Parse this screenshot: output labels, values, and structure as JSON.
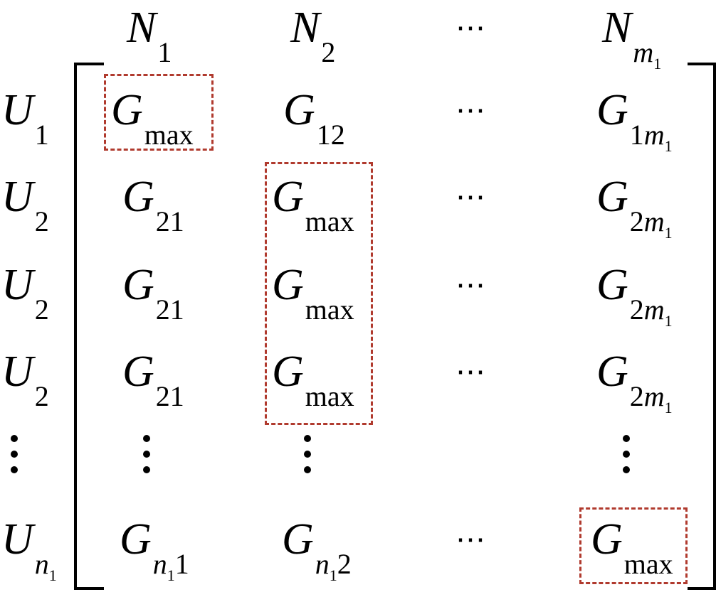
{
  "columns": [
    {
      "base": "N",
      "sub": "1"
    },
    {
      "base": "N",
      "sub": "2"
    },
    {
      "ellipsis": "⋯"
    },
    {
      "base": "N",
      "sub_var": "m",
      "sub_var_sub": "1"
    }
  ],
  "rows": [
    {
      "label": {
        "base": "U",
        "sub": "1"
      },
      "cells": [
        {
          "base": "G",
          "sub": "max"
        },
        {
          "base": "G",
          "sub": "12"
        },
        {
          "ellipsis": "⋯"
        },
        {
          "base": "G",
          "sub_lead": "1",
          "sub_var": "m",
          "sub_var_sub": "1"
        }
      ]
    },
    {
      "label": {
        "base": "U",
        "sub": "2"
      },
      "cells": [
        {
          "base": "G",
          "sub": "21"
        },
        {
          "base": "G",
          "sub": "max"
        },
        {
          "ellipsis": "⋯"
        },
        {
          "base": "G",
          "sub_lead": "2",
          "sub_var": "m",
          "sub_var_sub": "1"
        }
      ]
    },
    {
      "label": {
        "base": "U",
        "sub": "2"
      },
      "cells": [
        {
          "base": "G",
          "sub": "21"
        },
        {
          "base": "G",
          "sub": "max"
        },
        {
          "ellipsis": "⋯"
        },
        {
          "base": "G",
          "sub_lead": "2",
          "sub_var": "m",
          "sub_var_sub": "1"
        }
      ]
    },
    {
      "label": {
        "base": "U",
        "sub": "2"
      },
      "cells": [
        {
          "base": "G",
          "sub": "21"
        },
        {
          "base": "G",
          "sub": "max"
        },
        {
          "ellipsis": "⋯"
        },
        {
          "base": "G",
          "sub_lead": "2",
          "sub_var": "m",
          "sub_var_sub": "1"
        }
      ]
    },
    {
      "label": {
        "base": "U",
        "sub_var": "n",
        "sub_var_sub": "1"
      },
      "cells": [
        {
          "base": "G",
          "sub_var": "n",
          "sub_var_sub": "1",
          "sub_tail": "1"
        },
        {
          "base": "G",
          "sub_var": "n",
          "sub_var_sub": "1",
          "sub_tail": "2"
        },
        {
          "ellipsis": "⋯"
        },
        {
          "base": "G",
          "sub": "max"
        }
      ]
    }
  ],
  "highlight_color": "#b03a2e",
  "highlighted_cells": [
    [
      0,
      0
    ],
    [
      1,
      1
    ],
    [
      2,
      1
    ],
    [
      3,
      1
    ],
    [
      4,
      3
    ]
  ]
}
